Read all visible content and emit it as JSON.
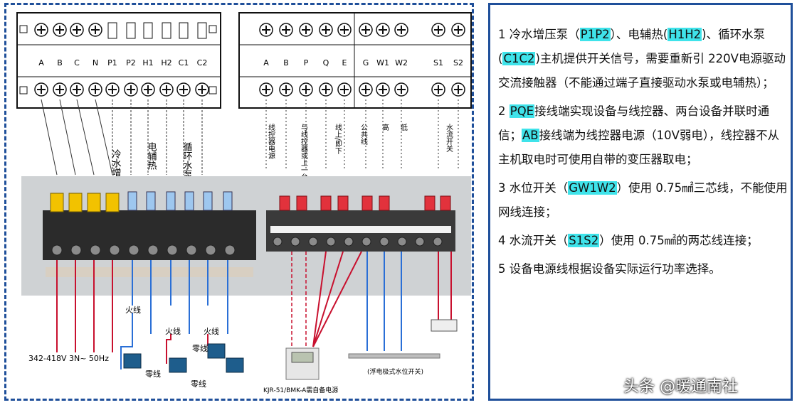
{
  "strip_left": {
    "labels": [
      "A",
      "B",
      "C",
      "N",
      "P1",
      "P2",
      "H1",
      "H2",
      "C1",
      "C2"
    ],
    "groups": [
      "冷水增压泵",
      "电辅热",
      "循环水泵"
    ]
  },
  "strip_right": {
    "labels": [
      "A",
      "B",
      "P",
      "Q",
      "E",
      "G",
      "W1",
      "W2",
      "S1",
      "S2"
    ],
    "groups": [
      "线控器电源",
      "与线控器或上一台机组相连",
      "线上/即下",
      "公共线",
      "高",
      "低",
      "水流开关"
    ]
  },
  "photo": {
    "voltage_label": "342-418V 3N~ 50Hz",
    "live_label": "火线",
    "neutral_label": "零线",
    "controller_caption": "KJR-51/BMK-A需自备电源",
    "level_caption": "(浮电极式水位开关)"
  },
  "notes": [
    {
      "num": "1",
      "pre": "冷水增压泵（",
      "h1": "P1P2",
      "mid1": "）、电辅热(",
      "h2": "H1H2",
      "mid2": ")、循环水泵(",
      "h3": "C1C2",
      "post": ")主机提供开关信号，需要重新引 220V电源驱动交流接触器（不能通过端子直接驱动水泵或电辅热）；"
    },
    {
      "num": "2",
      "h1": "PQE",
      "t1": "接线端实现设备与线控器、两台设备并联时通信；",
      "h2": "AB",
      "t2": "接线端为线控器电源（10V弱电），线控器不从主机取电时可使用自带的变压器取电；"
    },
    {
      "num": "3",
      "pre": "水位开关（",
      "h1": "GW1W2",
      "post": "）使用 0.75㎟三芯线，不能使用网线连接；"
    },
    {
      "num": "4",
      "pre": "水流开关（",
      "h1": "S1S2",
      "post": "）使用 0.75㎟的两芯线连接；"
    },
    {
      "num": "5",
      "text": "设备电源线根据设备实际运行功率选择。"
    }
  ],
  "watermark": "头条 @暖通南社",
  "colors": {
    "frame": "#1f4f9a",
    "highlight": "#3fe3ea",
    "panel": "#2b2b2b",
    "red_wire": "#c8102e",
    "blue_wire": "#2a6fd6"
  }
}
